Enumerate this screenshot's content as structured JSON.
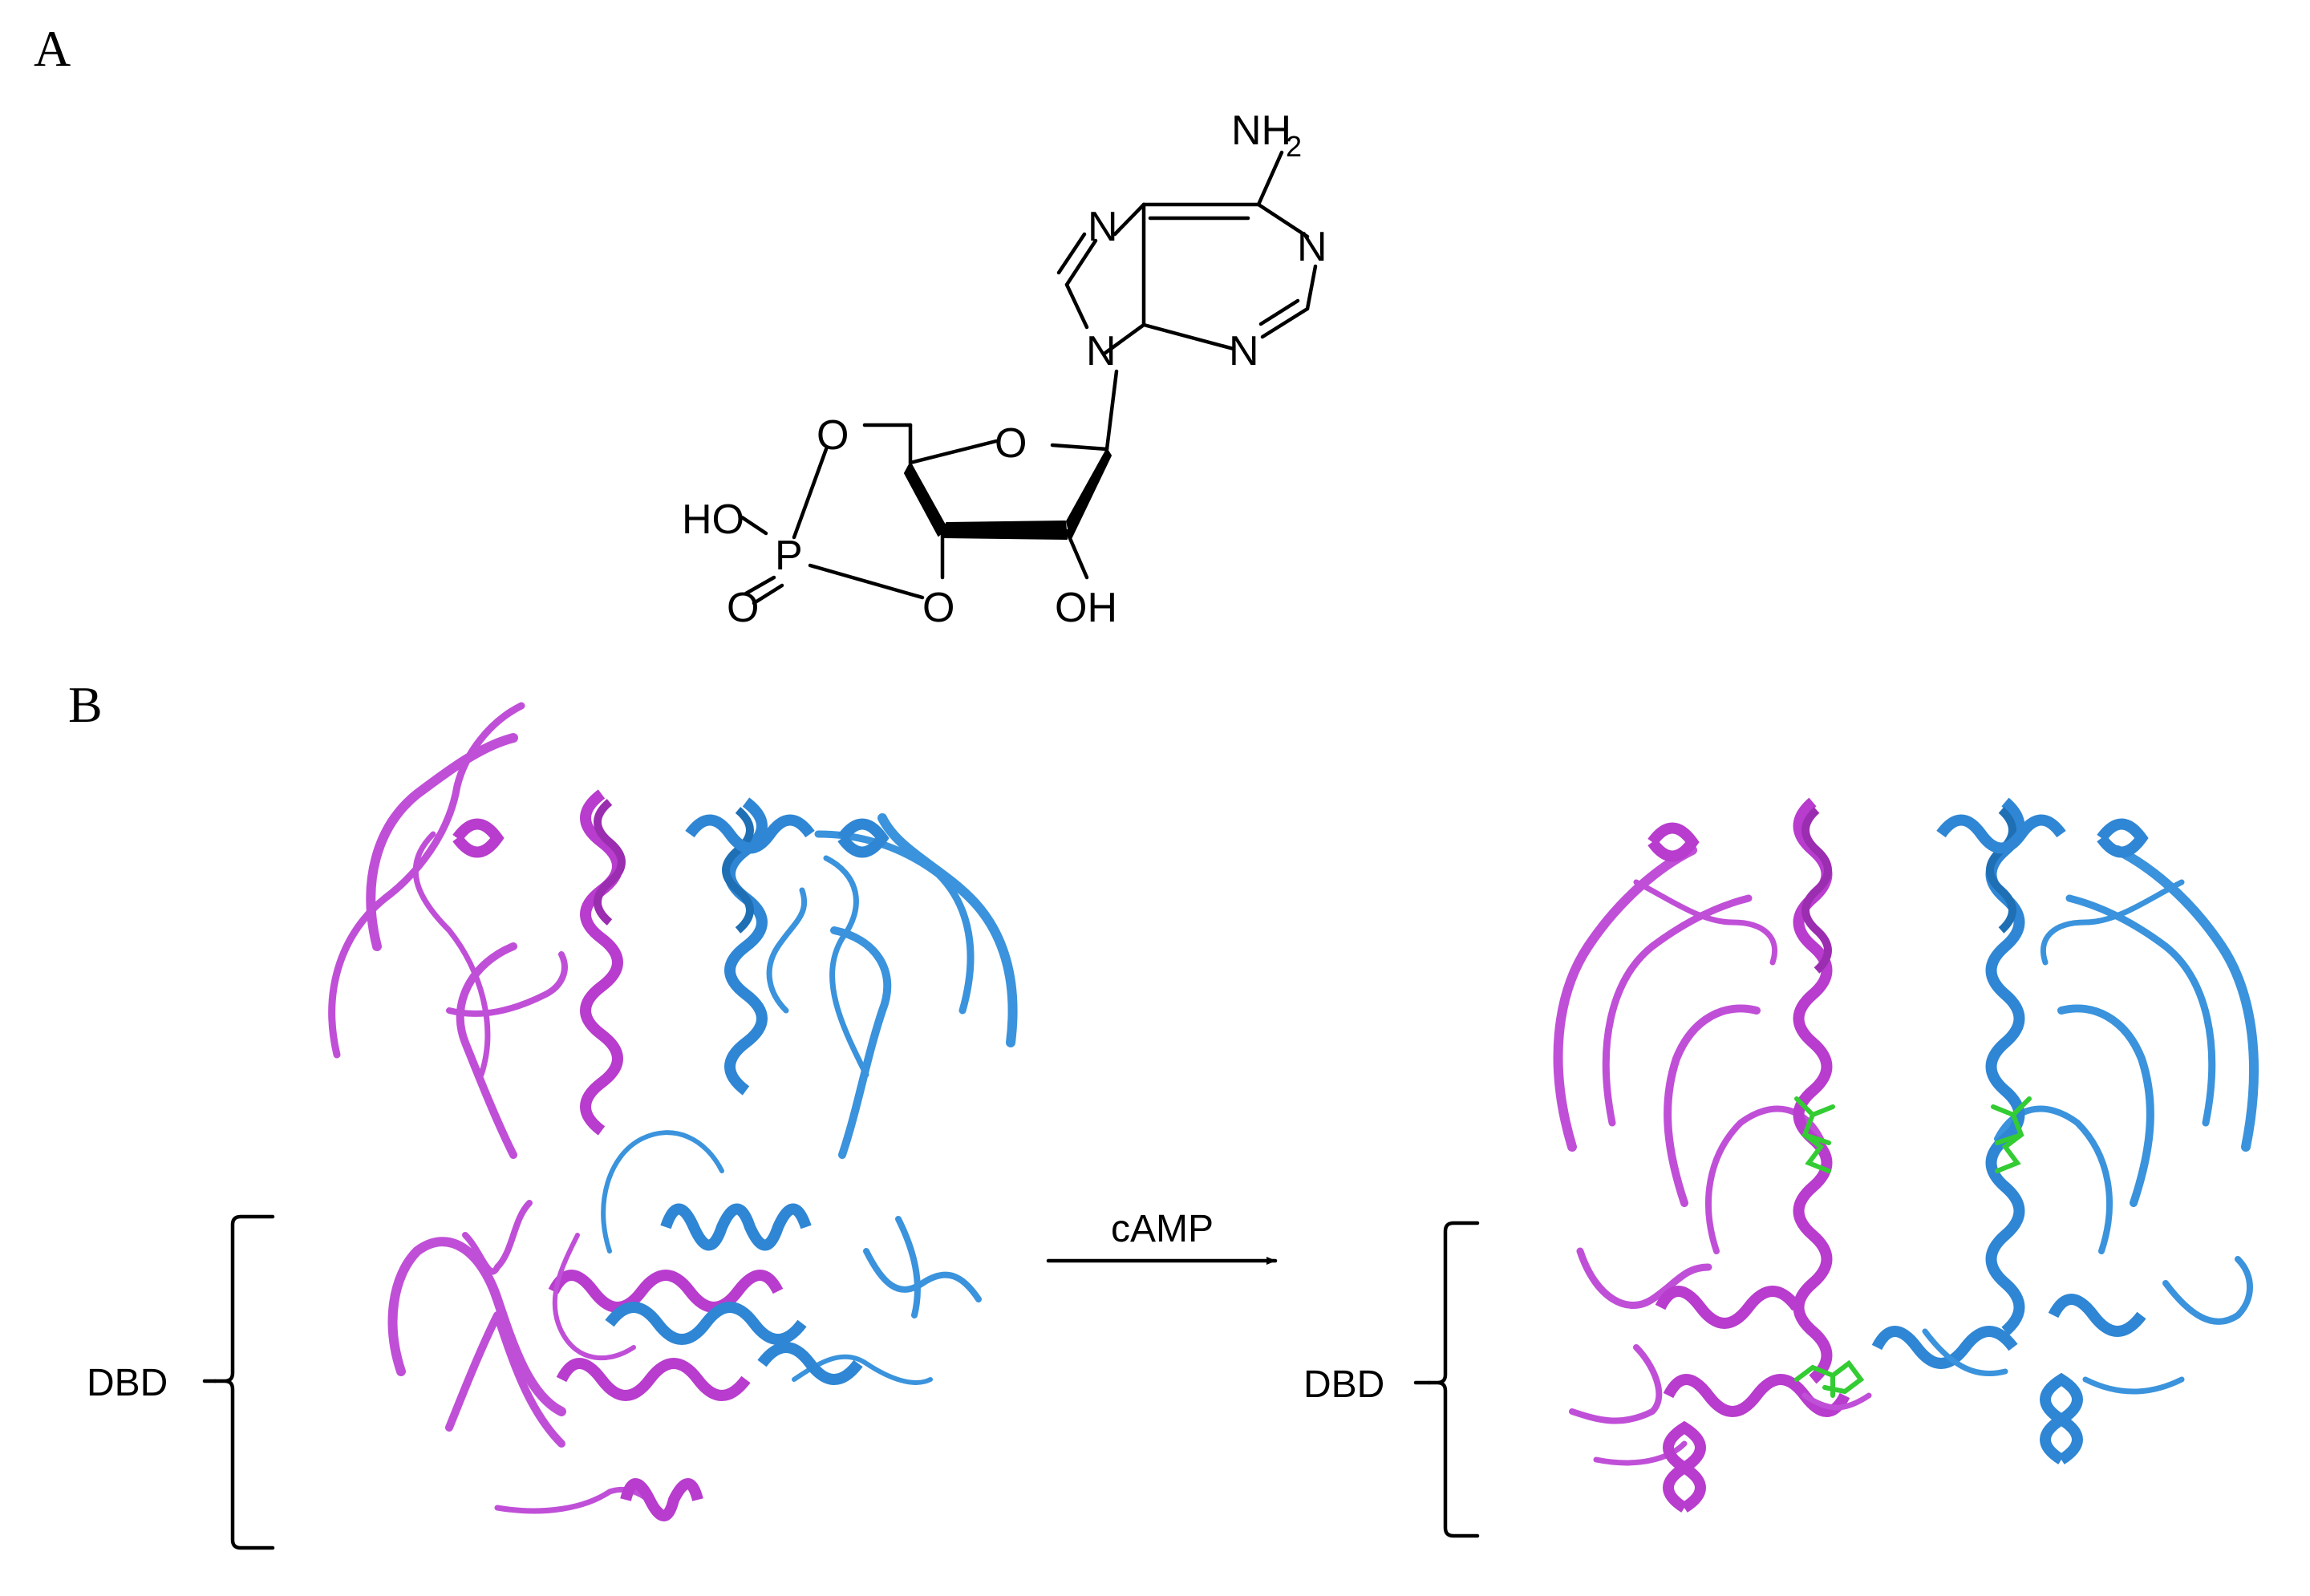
{
  "panels": {
    "a_label": "A",
    "b_label": "B"
  },
  "molecule": {
    "name": "cAMP",
    "atoms": {
      "nh2_n": "NH",
      "nh2_sub": "2",
      "n_pyrimidine_top": "N",
      "n_imidazole_top": "N",
      "n9": "N",
      "n_pyrimidine_bottom": "N",
      "o_ring": "O",
      "o_5prime": "O",
      "o_3prime": "O",
      "ho_phosphate": "HO",
      "p": "P",
      "o_double": "O",
      "oh_2prime": "OH"
    }
  },
  "diagram": {
    "arrow_label": "cAMP",
    "left_bracket_label": "DBD",
    "right_bracket_label": "DBD"
  },
  "colors": {
    "chain_a": "#c04fd8",
    "chain_b": "#3a93dc",
    "ligand": "#33cc33"
  }
}
